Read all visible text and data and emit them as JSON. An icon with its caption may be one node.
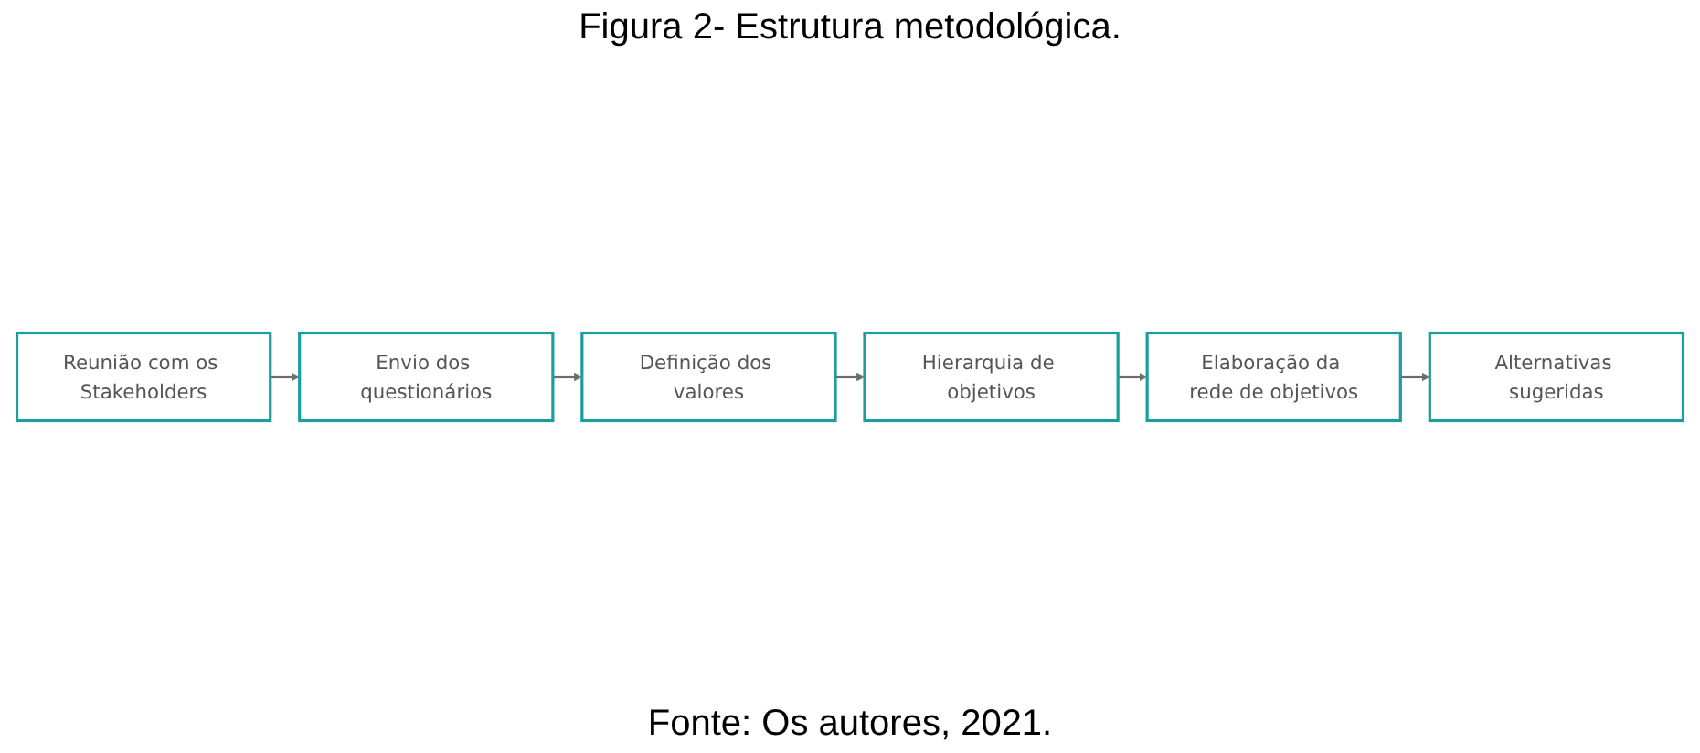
{
  "diagram": {
    "title": "Figura 2- Estrutura metodológica.",
    "caption": "Fonte: Os autores, 2021.",
    "nodes": [
      {
        "text": [
          "Reunião com os Stakeholders"
        ]
      },
      {
        "text": [
          "Envio dos questionários"
        ]
      },
      {
        "text": [
          "Definição dos valores"
        ]
      },
      {
        "text": [
          "Hierarquia de objetivos"
        ]
      },
      {
        "text": [
          "Elaboração da rede de objetivos"
        ]
      },
      {
        "text": [
          "Alternativas sugeridas"
        ]
      }
    ],
    "edges": [
      {
        "from": 0,
        "to": 1,
        "arrow": "to"
      },
      {
        "from": 1,
        "to": 2,
        "arrow": "to"
      },
      {
        "from": 2,
        "to": 3,
        "arrow": "to"
      },
      {
        "from": 3,
        "to": 4,
        "arrow": "to"
      },
      {
        "from": 4,
        "to": 5,
        "arrow": "to"
      }
    ]
  }
}
